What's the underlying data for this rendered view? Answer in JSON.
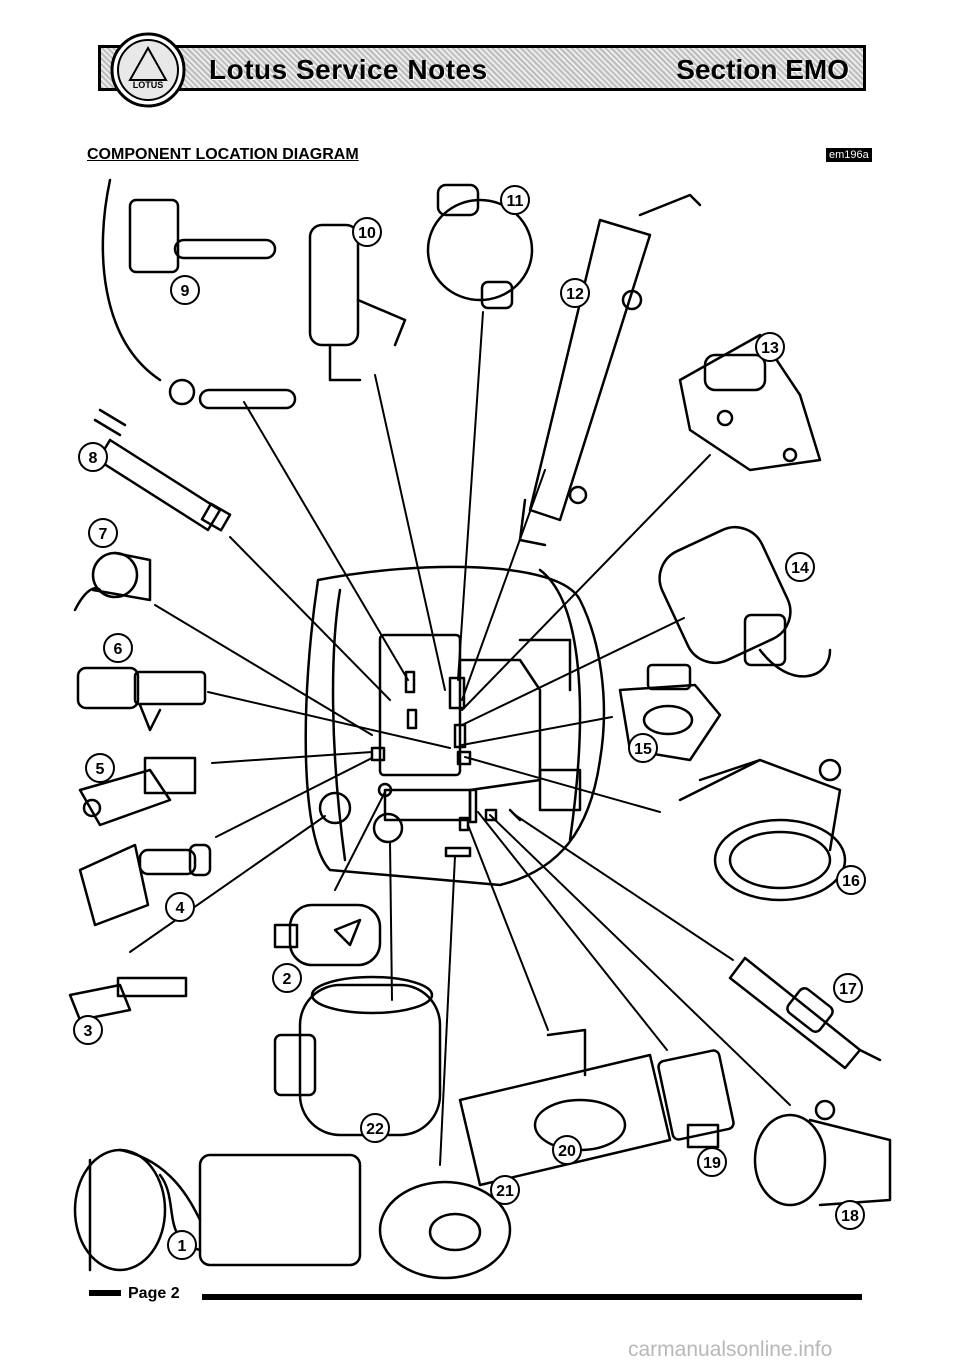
{
  "header": {
    "title": "Lotus Service Notes",
    "section": "Section EMO",
    "logo_text": "LOTUS"
  },
  "diagram": {
    "title": "COMPONENT LOCATION DIAGRAM",
    "ref": "em196a",
    "callouts": [
      "1",
      "2",
      "3",
      "4",
      "5",
      "6",
      "7",
      "8",
      "9",
      "10",
      "11",
      "12",
      "13",
      "14",
      "15",
      "16",
      "17",
      "18",
      "19",
      "20",
      "21",
      "22"
    ]
  },
  "footer": {
    "page": "Page 2",
    "watermark": "carmanualsonline.info"
  }
}
